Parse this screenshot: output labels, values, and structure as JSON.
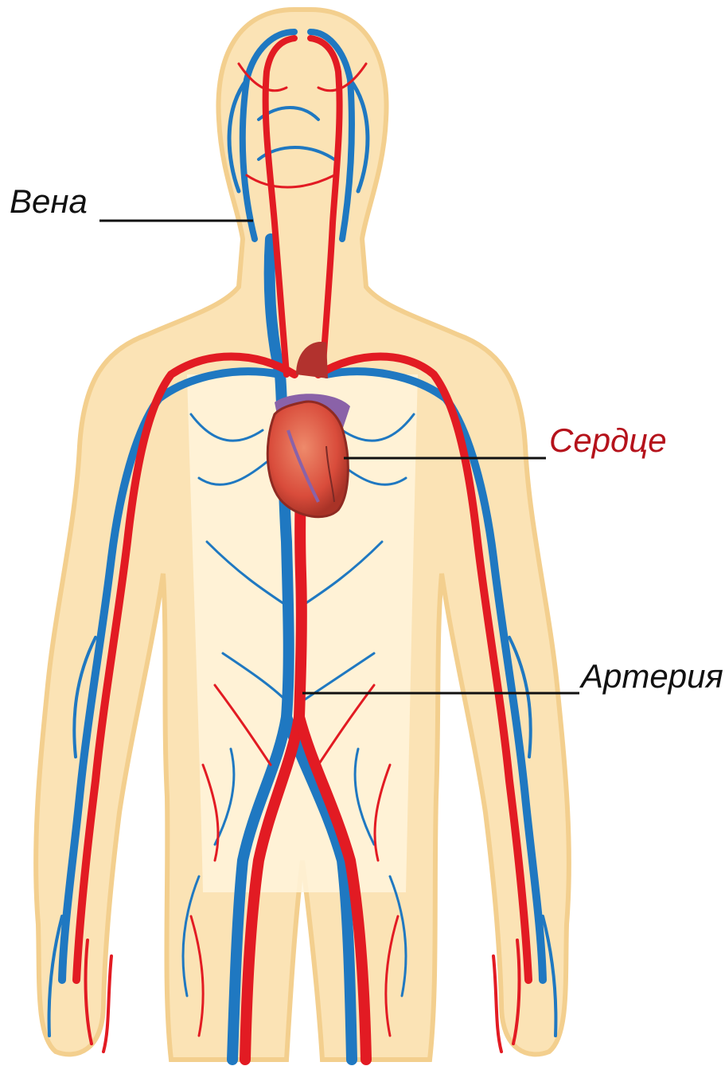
{
  "labels": {
    "vein": "Вена",
    "heart": "Сердце",
    "artery": "Артерия"
  },
  "colors": {
    "artery": "#e21b23",
    "vein": "#1f78c1",
    "body": "#fbe3b5",
    "heart": "#d94c3b",
    "heart_label": "#b5121b",
    "leader": "#111111"
  },
  "icons": {
    "figure": "human-circulatory-system-illustration",
    "heart": "heart-icon"
  }
}
